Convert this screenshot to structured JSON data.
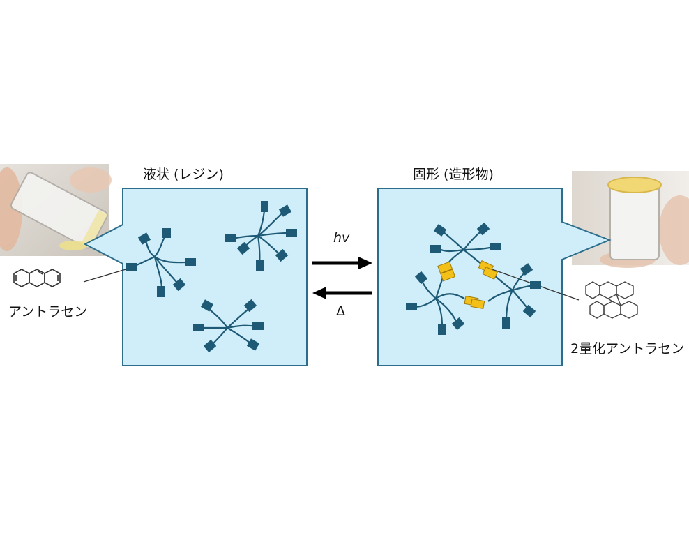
{
  "left_panel": {
    "title": "液状 (レジン)",
    "molecule_label": "アントラセン",
    "arm_color": "#1e5a75",
    "fill_color": "#cfeefa"
  },
  "right_panel": {
    "title": "固形 (造形物)",
    "molecule_label": "2量化アントラセン",
    "dimer_color": "#f2c019"
  },
  "arrows": {
    "forward_label": "hv",
    "reverse_label": "Δ"
  },
  "icons": [
    "vial-photo-liquid",
    "vial-photo-solid",
    "anthracene-structure",
    "anthracene-dimer-structure",
    "star-polymer-icon"
  ]
}
